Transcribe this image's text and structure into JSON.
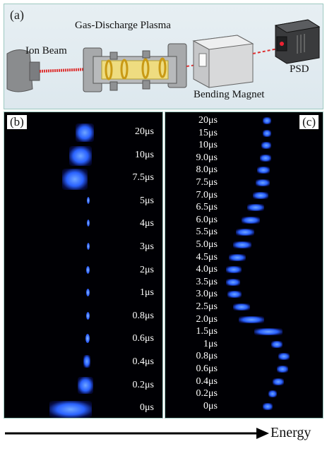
{
  "panel_a": {
    "tag": "(a)",
    "labels": {
      "plasma": "Gas-Discharge Plasma",
      "ion_beam": "Ion Beam",
      "magnet": "Bending Magnet",
      "psd": "PSD"
    }
  },
  "panel_b": {
    "tag": "(b)",
    "times": [
      "20μs",
      "10μs",
      "7.5μs",
      "5μs",
      "4μs",
      "3μs",
      "2μs",
      "1μs",
      "0.8μs",
      "0.6μs",
      "0.4μs",
      "0.2μs",
      "0μs"
    ]
  },
  "panel_c": {
    "tag": "(c)",
    "times": [
      "20μs",
      "15μs",
      "10μs",
      "9.0μs",
      "8.0μs",
      "7.5μs",
      "7.0μs",
      "6.5μs",
      "6.0μs",
      "5.5μs",
      "5.0μs",
      "4.5μs",
      "4.0μs",
      "3.5μs",
      "3.0μs",
      "2.5μs",
      "2.0μs",
      "1.5μs",
      "1μs",
      "0.8μs",
      "0.6μs",
      "0.4μs",
      "0.2μs",
      "0μs"
    ]
  },
  "axis": {
    "energy_label": "Energy"
  }
}
